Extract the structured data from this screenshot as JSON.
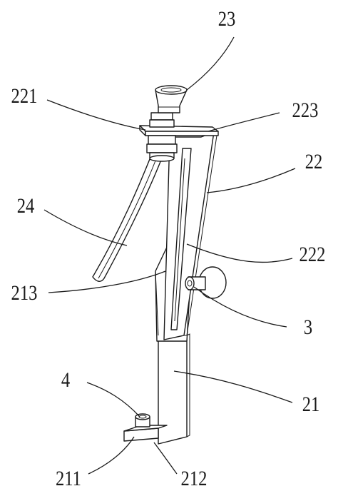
{
  "labels": {
    "l23": "23",
    "l221": "221",
    "l223": "223",
    "l22": "22",
    "l24": "24",
    "l222": "222",
    "l213": "213",
    "l3": "3",
    "l4": "4",
    "l21": "21",
    "l211": "211",
    "l212": "212"
  }
}
